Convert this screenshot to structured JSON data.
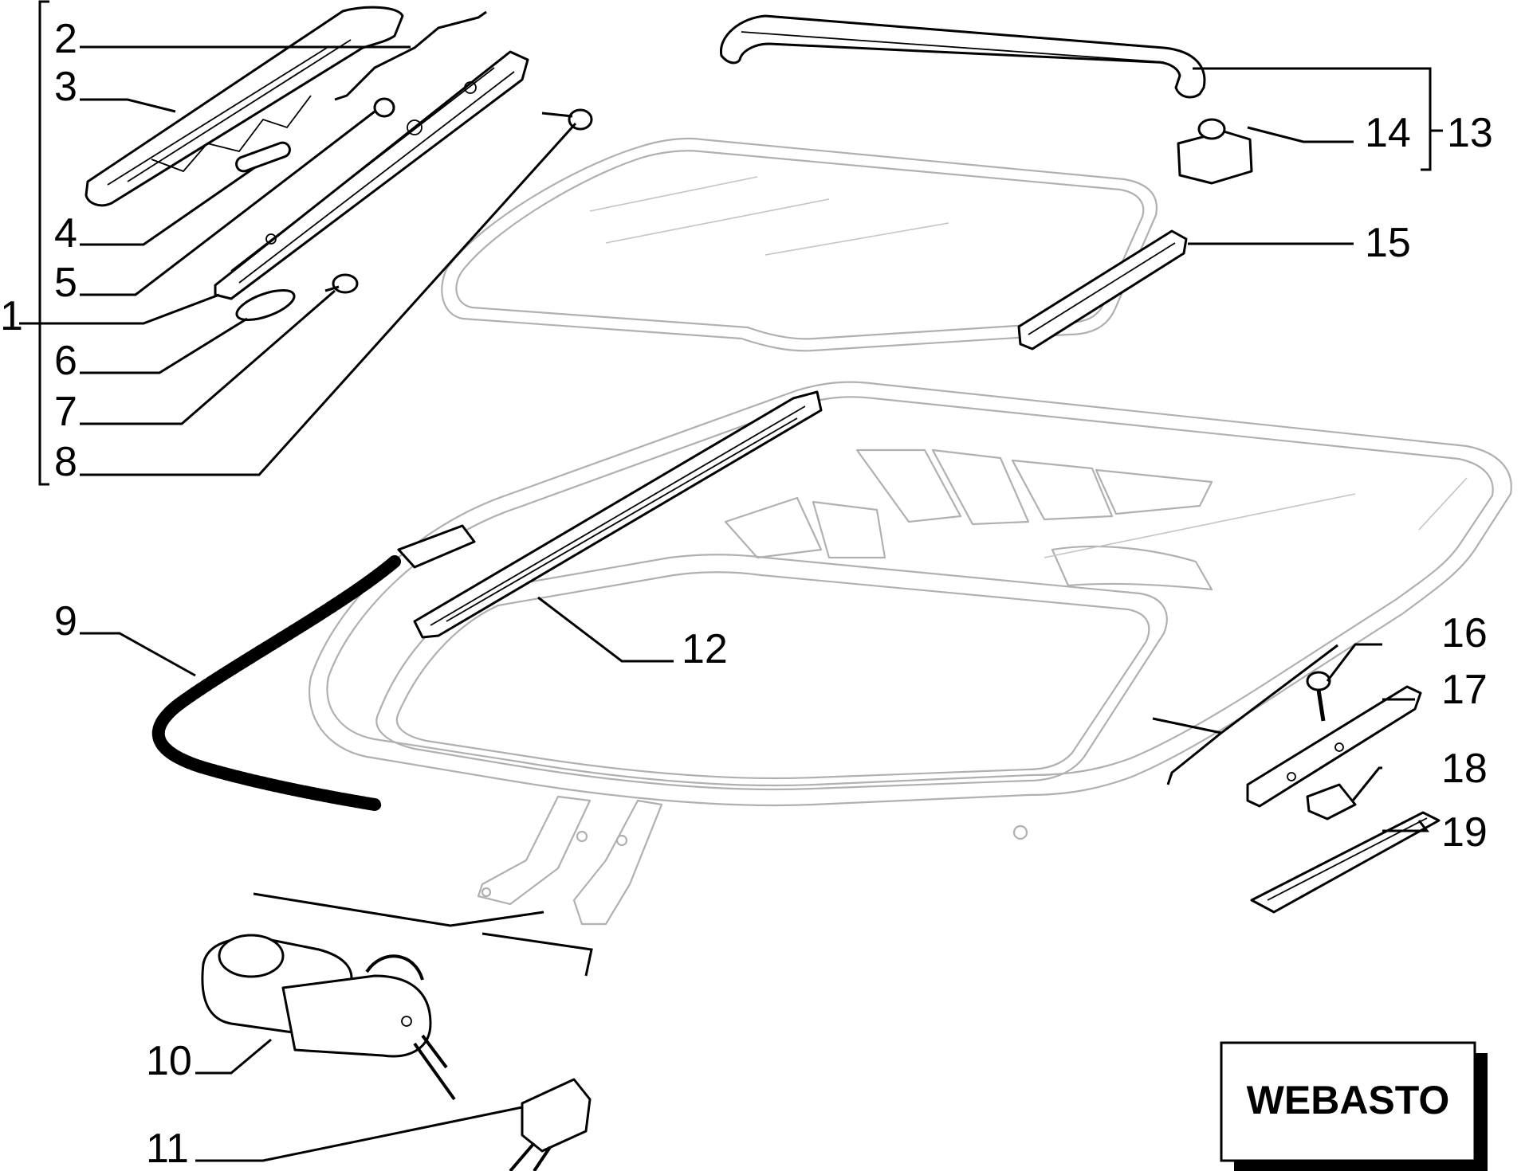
{
  "brand_label": "WEBASTO",
  "callouts": [
    {
      "id": "1",
      "text": "1"
    },
    {
      "id": "2",
      "text": "2"
    },
    {
      "id": "3",
      "text": "3"
    },
    {
      "id": "4",
      "text": "4"
    },
    {
      "id": "5",
      "text": "5"
    },
    {
      "id": "6",
      "text": "6"
    },
    {
      "id": "7",
      "text": "7"
    },
    {
      "id": "8",
      "text": "8"
    },
    {
      "id": "9",
      "text": "9"
    },
    {
      "id": "10",
      "text": "10"
    },
    {
      "id": "11",
      "text": "11"
    },
    {
      "id": "12",
      "text": "12"
    },
    {
      "id": "13",
      "text": "13"
    },
    {
      "id": "14",
      "text": "14"
    },
    {
      "id": "15",
      "text": "15"
    },
    {
      "id": "16",
      "text": "16"
    },
    {
      "id": "17",
      "text": "17"
    },
    {
      "id": "18",
      "text": "18"
    },
    {
      "id": "19",
      "text": "19"
    }
  ]
}
